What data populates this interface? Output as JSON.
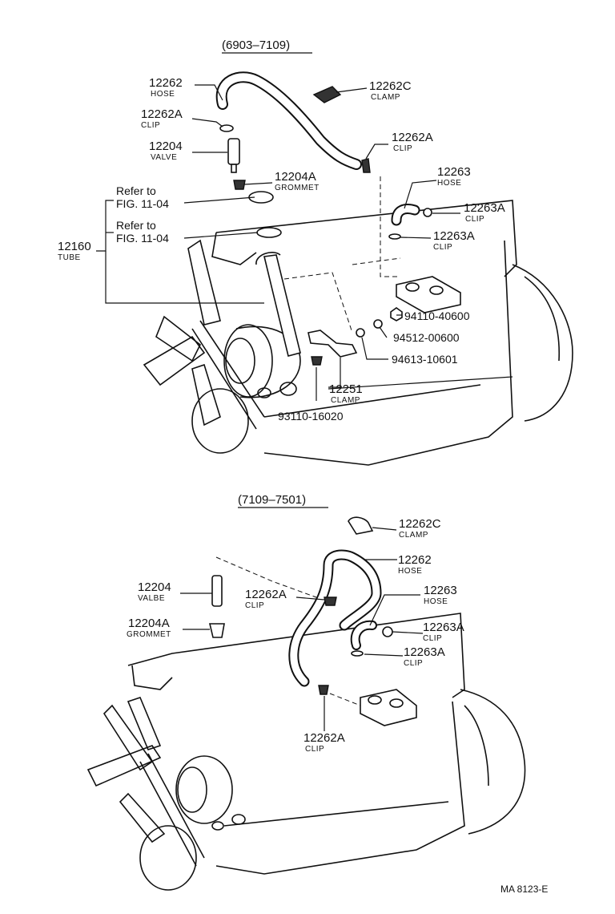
{
  "sections": [
    {
      "range": "(6903–7109)"
    },
    {
      "range": "(7109–7501)"
    }
  ],
  "upper_callouts": [
    {
      "pn": "12262",
      "sub": "HOSE"
    },
    {
      "pn": "12262A",
      "sub": "CLIP"
    },
    {
      "pn": "12204",
      "sub": "VALVE"
    },
    {
      "pn": "12204A",
      "sub": "GROMMET"
    },
    {
      "pn": "12262C",
      "sub": "CLAMP"
    },
    {
      "pn": "12262A",
      "sub": "CLIP"
    },
    {
      "pn": "12263",
      "sub": "HOSE"
    },
    {
      "pn": "12263A",
      "sub": "CLIP"
    },
    {
      "pn": "12263A",
      "sub": "CLIP"
    },
    {
      "pn": "12160",
      "sub": "TUBE"
    },
    {
      "pn": "12251",
      "sub": "CLAMP"
    }
  ],
  "upper_refs": [
    {
      "l1": "Refer to",
      "l2": "FIG. 11-04"
    },
    {
      "l1": "Refer to",
      "l2": "FIG. 11-04"
    }
  ],
  "upper_numbers": [
    "94110-40600",
    "94512-00600",
    "94613-10601",
    "93110-16020"
  ],
  "lower_callouts": [
    {
      "pn": "12262C",
      "sub": "CLAMP"
    },
    {
      "pn": "12262",
      "sub": "HOSE"
    },
    {
      "pn": "12263",
      "sub": "HOSE"
    },
    {
      "pn": "12263A",
      "sub": "CLIP"
    },
    {
      "pn": "12263A",
      "sub": "CLIP"
    },
    {
      "pn": "12204",
      "sub": "VALBE"
    },
    {
      "pn": "12262A",
      "sub": "CLIP"
    },
    {
      "pn": "12204A",
      "sub": "GROMMET"
    },
    {
      "pn": "12262A",
      "sub": "CLIP"
    }
  ],
  "footer": "MA  8123-E"
}
